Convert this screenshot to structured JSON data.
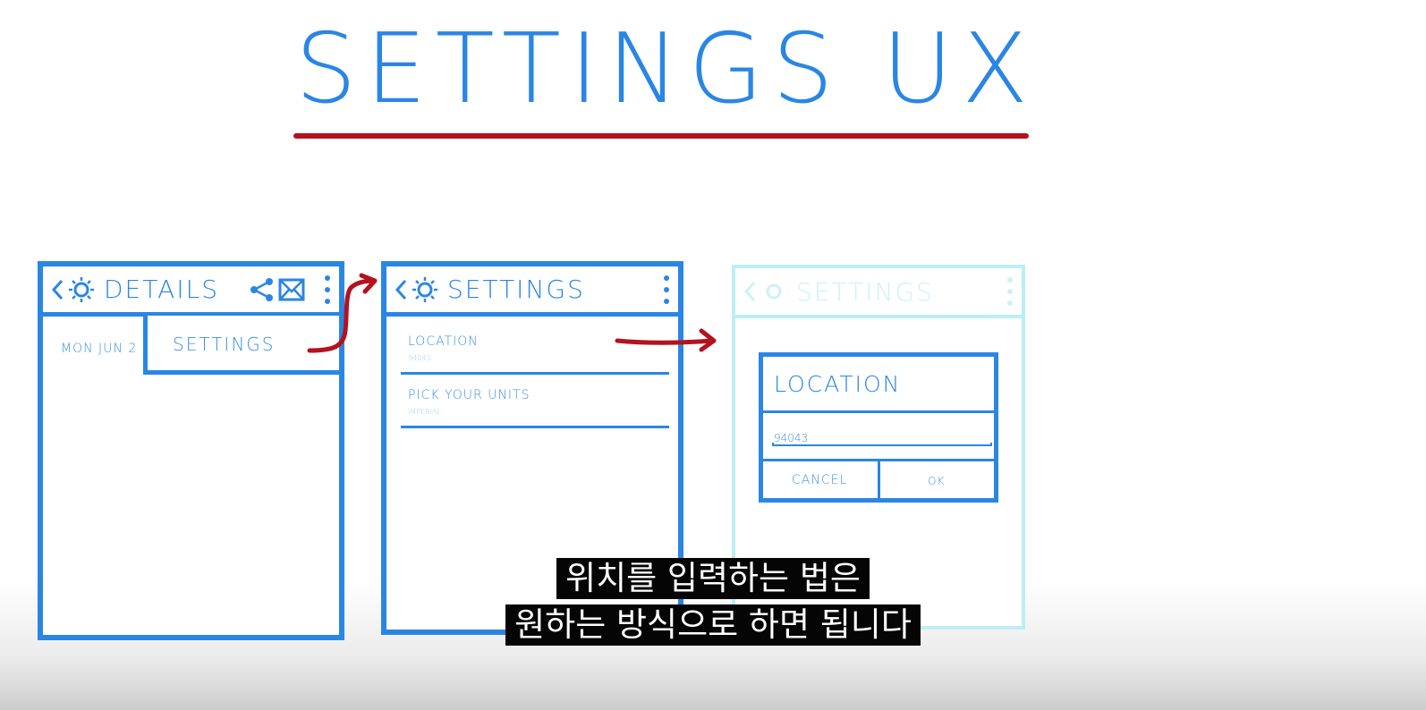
{
  "title": "SETTINGS UX",
  "screens": {
    "details": {
      "bar_title": "DETAILS",
      "list_date": "MON JUN 2",
      "menu_item": "SETTINGS"
    },
    "settings": {
      "bar_title": "SETTINGS",
      "items": [
        {
          "label": "LOCATION",
          "sub": "94043"
        },
        {
          "label": "PICK YOUR UNITS",
          "sub": "IMPERIAL"
        }
      ]
    },
    "dialog": {
      "bar_title": "SETTINGS",
      "title": "LOCATION",
      "input_value": "94043",
      "cancel_label": "CANCEL",
      "ok_label": "OK"
    }
  },
  "subtitles": {
    "line1": "위치를 입력하는 법은",
    "line2": "원하는 방식으로 하면 됩니다"
  },
  "colors": {
    "sketch_blue": "#2a86e4",
    "underline_red": "#b3121e",
    "faded_blue": "#bdeef4"
  }
}
